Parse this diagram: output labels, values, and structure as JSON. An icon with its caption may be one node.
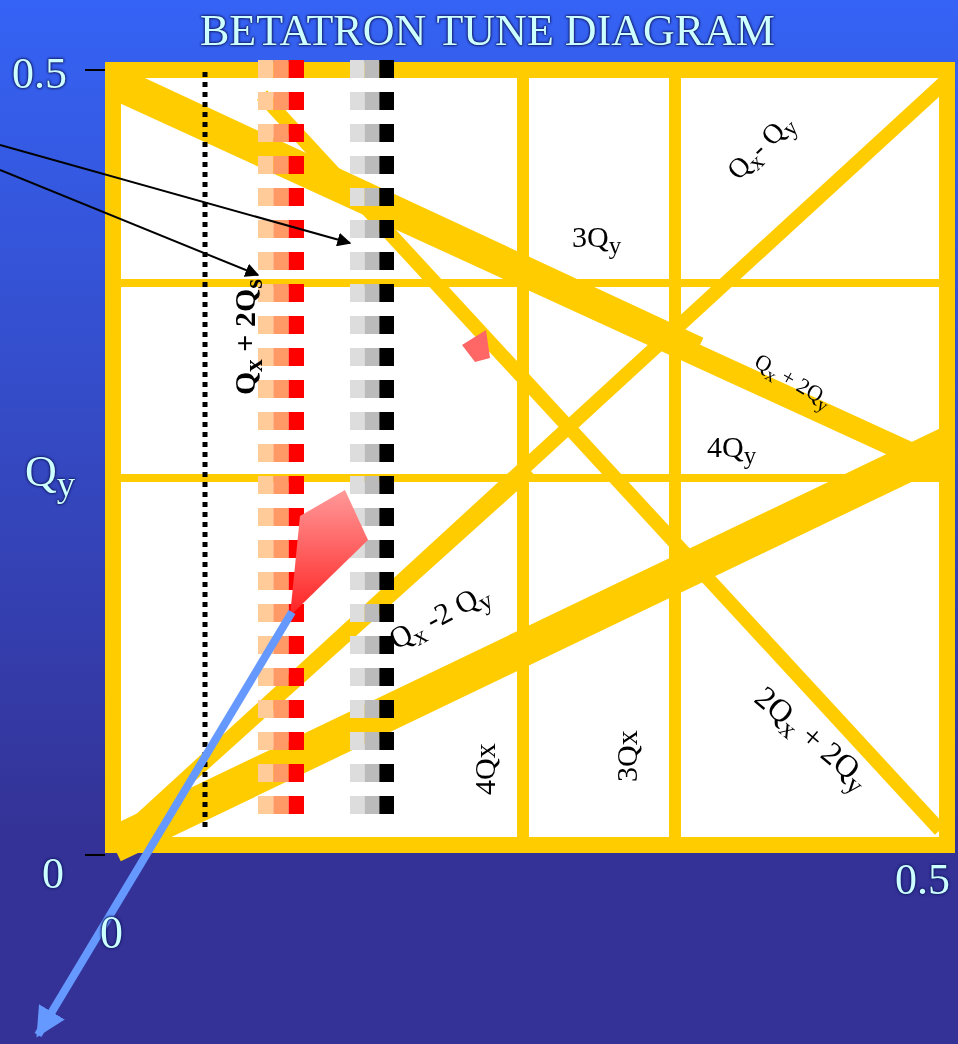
{
  "diagram": {
    "title": "BETATRON TUNE DIAGRAM",
    "nodes": [
      {
        "text": [],
        "shape": "bar"
      },
      {
        "text": [],
        "shape": "bar"
      },
      {
        "text": [],
        "shape": "polygon"
      }
    ],
    "edges": [
      {
        "from": null,
        "to": 1,
        "arrow": "to"
      },
      {
        "from": null,
        "to": 0,
        "arrow": "to"
      },
      {
        "from": 2,
        "to": null,
        "arrow": "to",
        "style": "thick",
        "color": "#6699ff"
      }
    ],
    "labels": [
      "0.5",
      "3Q$_{y}$",
      "Q$_{x}$- Q$_{y}$",
      "Q$_{x}$ + 2Q$_{y}$",
      "Q$_{x}$ + 2Q$_{s}$",
      "Q$_{y}$",
      "4Q$_{y}$",
      "Q$_{x}$ -2 Q$_{y}$",
      "2Q$_{x}$ + 2Q$_{y}$",
      "4Qx",
      "3Qx",
      "0.5",
      "0",
      "0"
    ]
  }
}
